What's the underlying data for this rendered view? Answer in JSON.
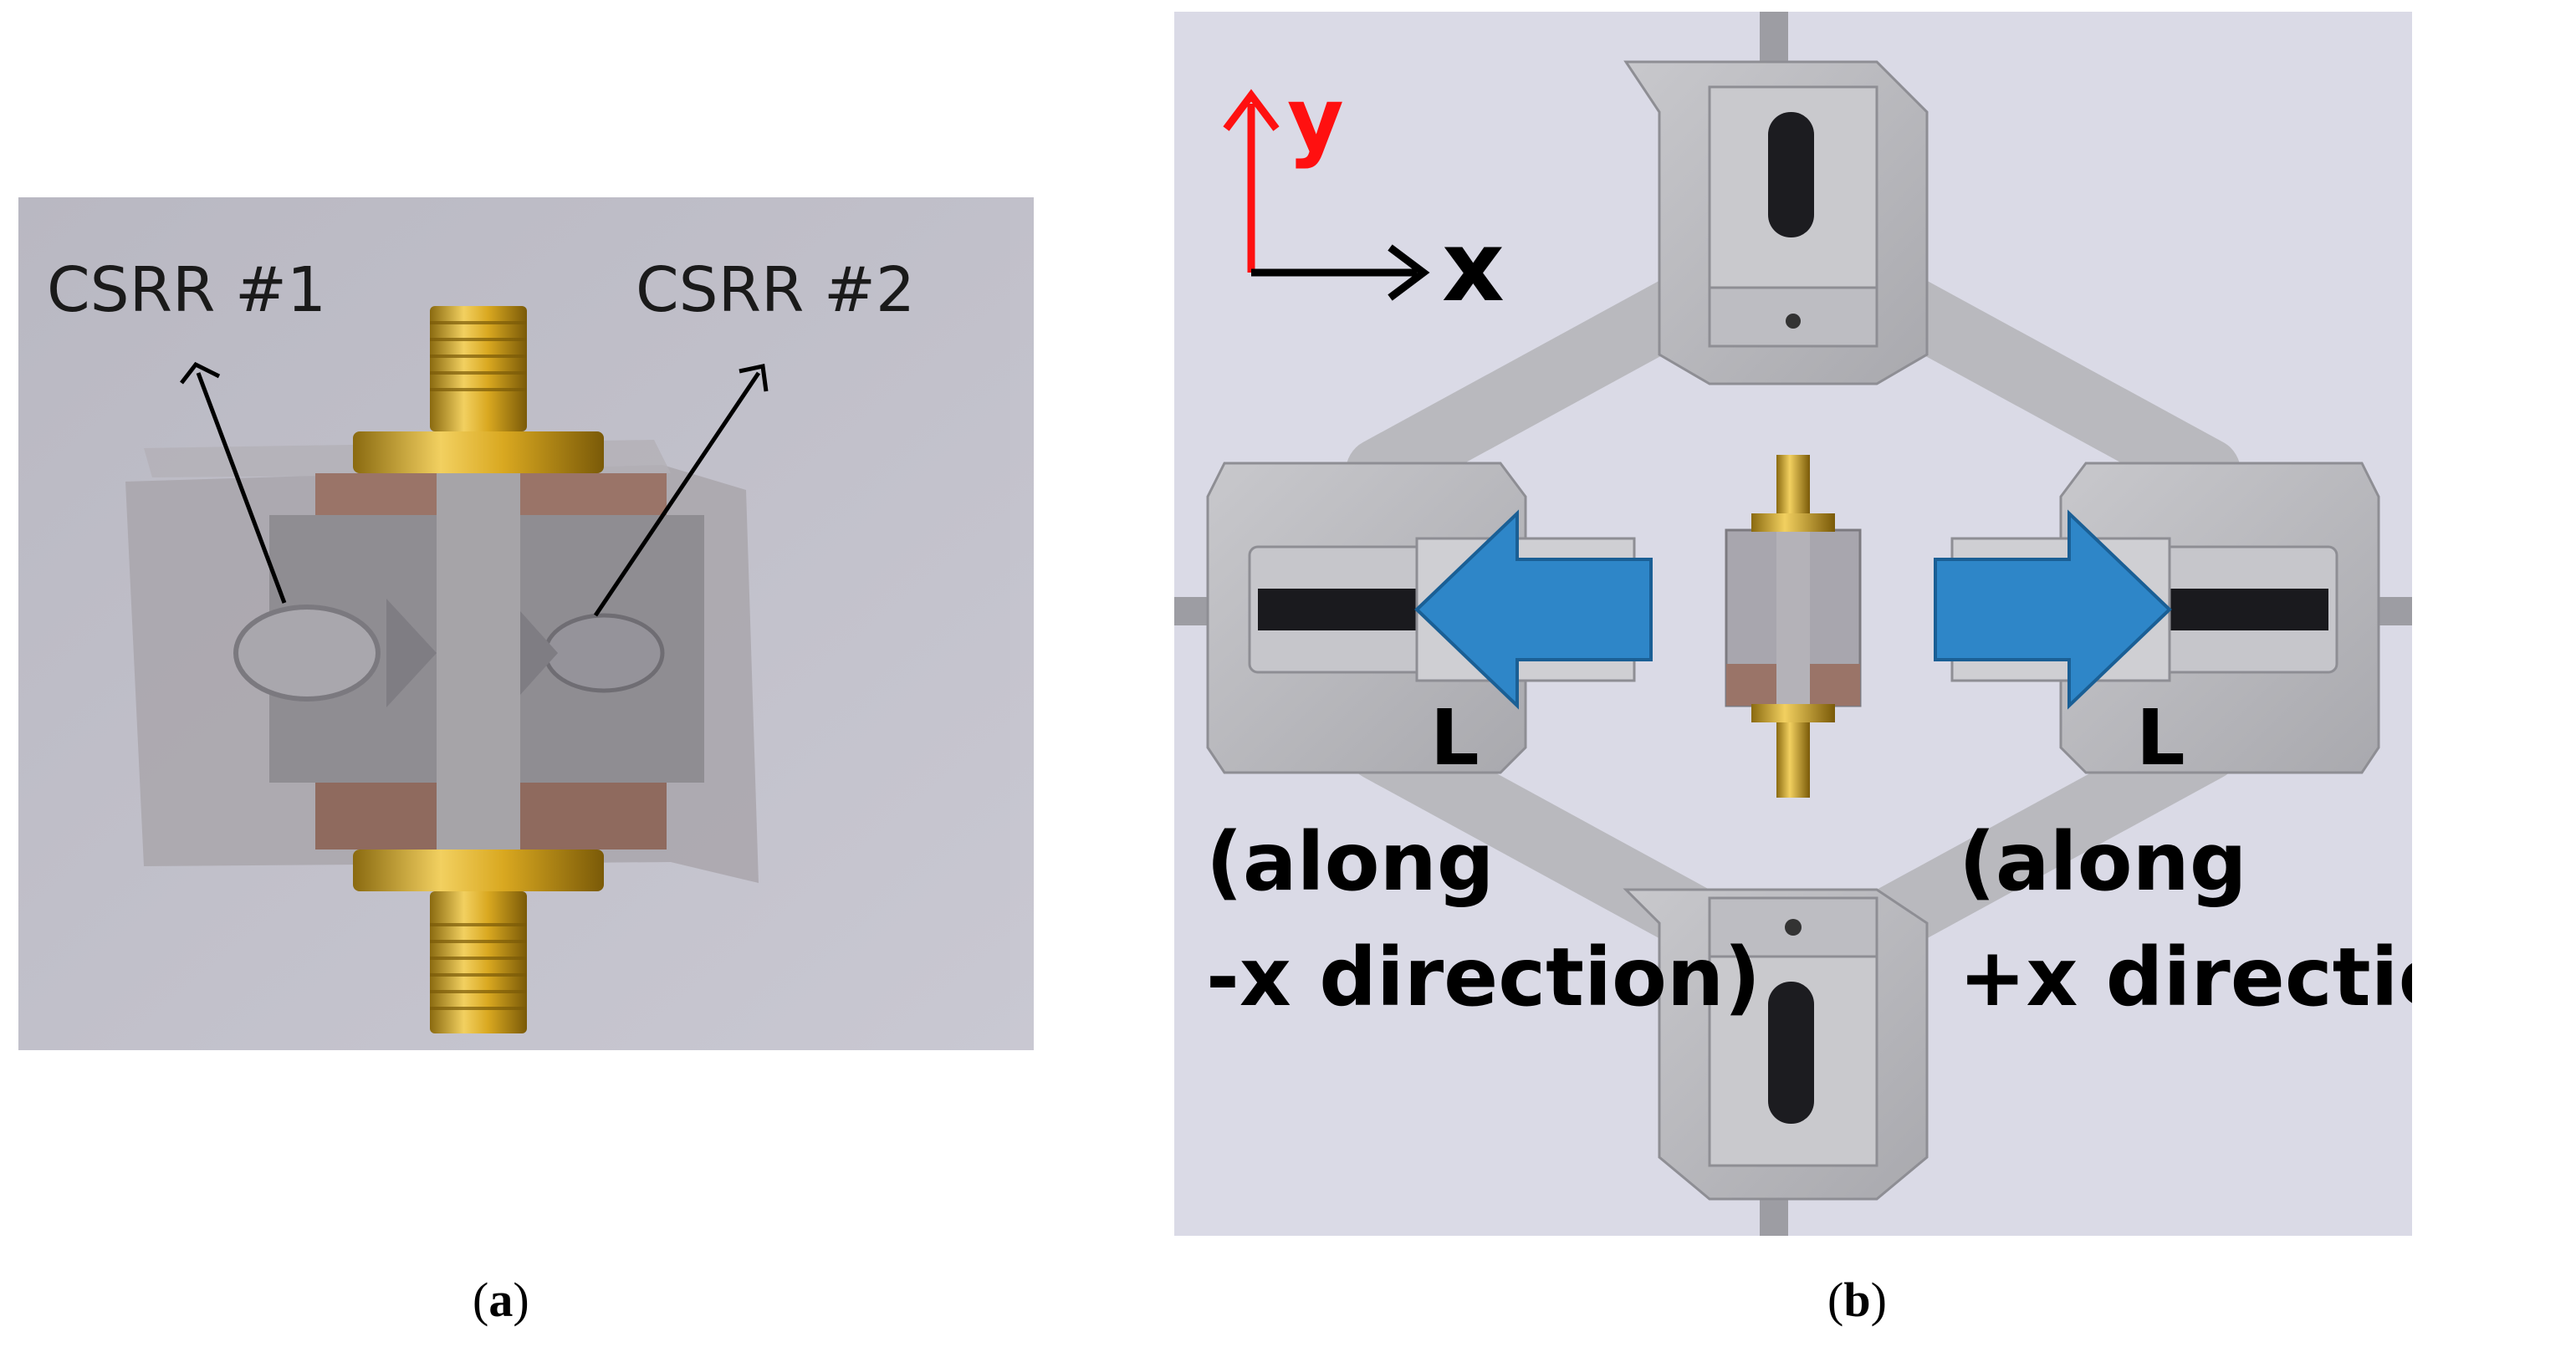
{
  "panel_a": {
    "labels": {
      "csrr1": "CSRR #1",
      "csrr2": "CSRR #2"
    }
  },
  "panel_b": {
    "axes": {
      "y": "y",
      "x": "x"
    },
    "left_arrow": {
      "length_label": "L",
      "desc_line1": "(along",
      "desc_line2": "-x direction)"
    },
    "right_arrow": {
      "length_label": "L",
      "desc_line1": "(along",
      "desc_line2": "+x direction)"
    },
    "colors": {
      "y_axis": "#ff1010",
      "x_axis": "#000000",
      "arrow_fill": "#2e86c8",
      "arrow_stroke": "#1a5f95"
    }
  },
  "captions": {
    "a": {
      "open": "(",
      "letter": "a",
      "close": ")"
    },
    "b": {
      "open": "(",
      "letter": "b",
      "close": ")"
    }
  }
}
